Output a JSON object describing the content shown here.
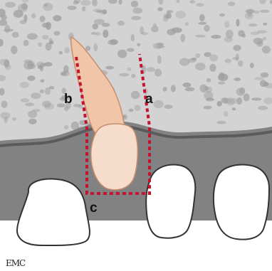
{
  "labels": {
    "a": "a",
    "b": "b",
    "c": "c"
  },
  "signature": "EMC",
  "colors": {
    "bone_background": "#d3d3d3",
    "bone_pores": "#9e9e9e",
    "gingiva": "#828282",
    "gingiva_outline": "#5b5b5b",
    "implant_root": "#f0c5a8",
    "implant_root_outline": "#c98e6c",
    "implant_crown": "#f6dccb",
    "dashed_outline": "#c4122f",
    "tooth": "#ffffff",
    "tooth_outline": "#333333"
  }
}
